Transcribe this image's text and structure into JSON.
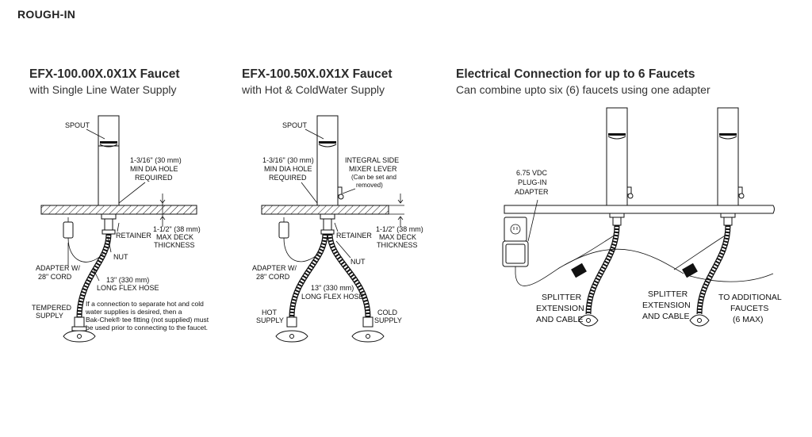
{
  "heading": "ROUGH-IN",
  "panels": [
    {
      "title": "EFX-100.00X.0X1X Faucet",
      "subtitle": "with Single Line Water Supply",
      "labels": {
        "spout": "SPOUT",
        "hole_1": "1-3/16\" (30 mm)",
        "hole_2": "MIN DIA HOLE",
        "hole_3": "REQUIRED",
        "retainer": "RETAINER",
        "deck_1": "1-1/2\" (38 mm)",
        "deck_2": "MAX DECK",
        "deck_3": "THICKNESS",
        "nut": "NUT",
        "adapter_1": "ADAPTER W/",
        "adapter_2": "28\" CORD",
        "hose_1": "13\" (330 mm)",
        "hose_2": "LONG FLEX HOSE",
        "tempered_1": "TEMPERED",
        "tempered_2": "SUPPLY",
        "note_1": "If a connection to separate hot and cold",
        "note_2": "water supplies is desired, then a",
        "note_3": "Bak-Chek® tee fitting (not supplied) must",
        "note_4": "be used prior to connecting to the faucet."
      }
    },
    {
      "title": "EFX-100.50X.0X1X Faucet",
      "subtitle": "with Hot & ColdWater Supply",
      "labels": {
        "spout": "SPOUT",
        "hole_1": "1-3/16\" (30 mm)",
        "hole_2": "MIN DIA HOLE",
        "hole_3": "REQUIRED",
        "mixer_1": "INTEGRAL SIDE",
        "mixer_2": "MIXER LEVER",
        "mixer_3": "(Can be set and",
        "mixer_4": "removed)",
        "retainer": "RETAINER",
        "deck_1": "1-1/2\" (38 mm)",
        "deck_2": "MAX DECK",
        "deck_3": "THICKNESS",
        "nut": "NUT",
        "adapter_1": "ADAPTER W/",
        "adapter_2": "28\" CORD",
        "hose_1": "13\" (330 mm)",
        "hose_2": "LONG FLEX HOSE",
        "hot_1": "HOT",
        "hot_2": "SUPPLY",
        "cold_1": "COLD",
        "cold_2": "SUPPLY"
      }
    },
    {
      "title": "Electrical Connection for up to 6 Faucets",
      "subtitle": "Can combine upto six (6) faucets using one adapter",
      "labels": {
        "plugin_1": "6.75 VDC",
        "plugin_2": "PLUG-IN",
        "plugin_3": "ADAPTER",
        "split1_1": "SPLITTER",
        "split1_2": "EXTENSION",
        "split1_3": "AND CABLE",
        "split2_1": "SPLITTER",
        "split2_2": "EXTENSION",
        "split2_3": "AND CABLE",
        "add_1": "TO ADDITIONAL",
        "add_2": "FAUCETS",
        "add_3": "(6 MAX)"
      }
    }
  ]
}
